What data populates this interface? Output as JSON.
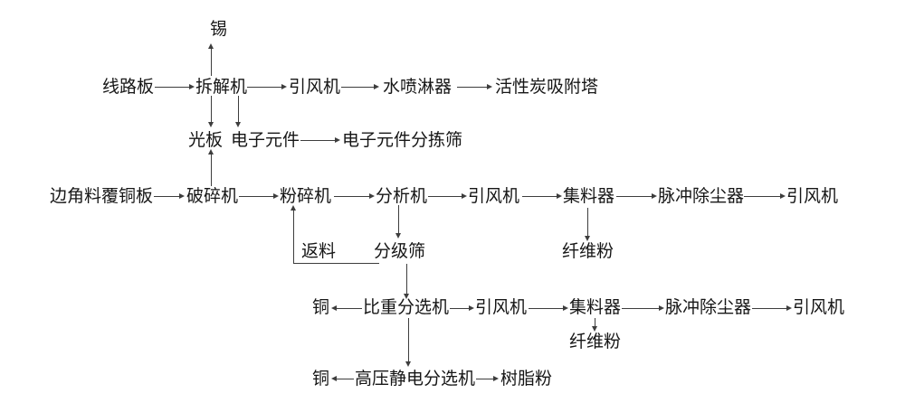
{
  "diagram": {
    "type": "process-flowchart",
    "background_color": "#ffffff",
    "line_color": "#3d3d3d",
    "text_color": "#161616",
    "nodes": {
      "tin": "锡",
      "circuit_board": "线路板",
      "dismantler": "拆解机",
      "fan_top": "引风机",
      "water_spray": "水喷淋器",
      "activated_carbon_tower": "活性炭吸附塔",
      "bare_board": "光板",
      "electronic_components": "电子元件",
      "component_sorting_sieve": "电子元件分拣筛",
      "scrap_copper_clad_board": "边角料覆铜板",
      "crusher": "破碎机",
      "pulverizer": "粉碎机",
      "analyzer": "分析机",
      "fan_mid": "引风机",
      "collector_mid": "集料器",
      "pulse_dust_collector_mid": "脉冲除尘器",
      "fan_mid_end": "引风机",
      "return_material": "返料",
      "grading_sieve": "分级筛",
      "fiber_powder_mid": "纤维粉",
      "copper_gravity": "铜",
      "gravity_separator": "比重分选机",
      "fan_lower": "引风机",
      "collector_lower": "集料器",
      "pulse_dust_collector_lower": "脉冲除尘器",
      "fan_lower_end": "引风机",
      "fiber_powder_lower": "纤维粉",
      "copper_electrostatic": "铜",
      "electrostatic_separator": "高压静电分选机",
      "resin_powder": "树脂粉"
    },
    "edges": [
      "线路板→拆解机",
      "拆解机→锡(上)",
      "拆解机→光板(下)",
      "拆解机→电子元件(下)",
      "拆解机→引风机",
      "引风机→水喷淋器",
      "水喷淋器→活性炭吸附塔",
      "电子元件→电子元件分拣筛",
      "破碎机→光板(上)",
      "边角料覆铜板→破碎机",
      "破碎机→粉碎机",
      "粉碎机→分析机",
      "分析机→引风机",
      "引风机→集料器",
      "集料器→脉冲除尘器",
      "脉冲除尘器→引风机",
      "分析机→分级筛(下)",
      "分级筛→返料→粉碎机(回路)",
      "集料器→纤维粉(下)",
      "分级筛→比重分选机(下)",
      "比重分选机→铜(左)",
      "比重分选机→引风机",
      "引风机→集料器",
      "集料器→脉冲除尘器",
      "脉冲除尘器→引风机",
      "集料器→纤维粉(下)",
      "比重分选机→高压静电分选机(下)",
      "高压静电分选机→铜(左)",
      "高压静电分选机→树脂粉"
    ]
  }
}
